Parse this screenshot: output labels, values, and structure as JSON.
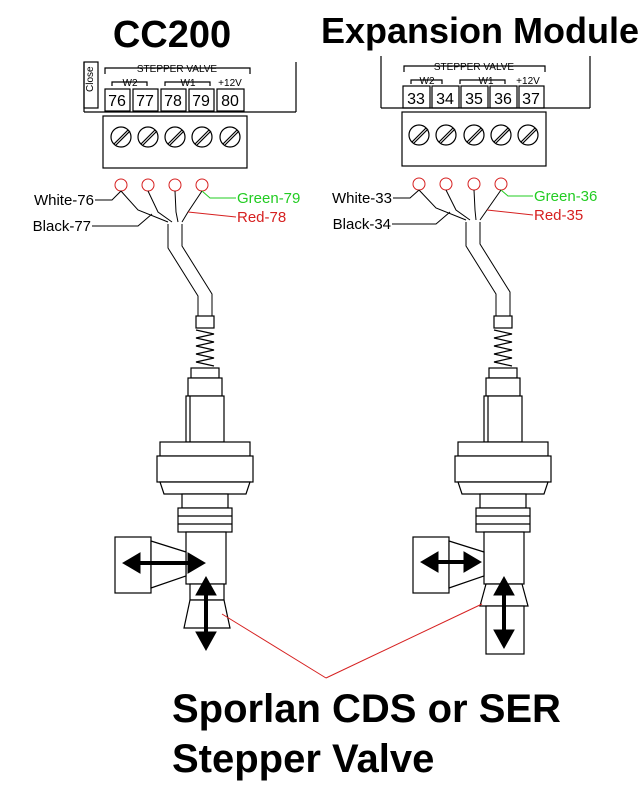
{
  "titles": {
    "left": "CC200",
    "right": "Expansion Module"
  },
  "left_block": {
    "close_tag": "Close",
    "header": "STEPPER VALVE",
    "sub_w2": "W2",
    "sub_w1": "W1",
    "sub_v": "+12V",
    "terminals": [
      "76",
      "77",
      "78",
      "79",
      "80"
    ],
    "wires": [
      {
        "label": "White-76",
        "color": "#000000"
      },
      {
        "label": "Black-77",
        "color": "#000000"
      },
      {
        "label": "Red-78",
        "color": "#d62020"
      },
      {
        "label": "Green-79",
        "color": "#22cc22"
      }
    ]
  },
  "right_block": {
    "header": "STEPPER VALVE",
    "sub_w2": "W2",
    "sub_w1": "W1",
    "sub_v": "+12V",
    "terminals": [
      "33",
      "34",
      "35",
      "36",
      "37"
    ],
    "wires": [
      {
        "label": "White-33",
        "color": "#000000"
      },
      {
        "label": "Black-34",
        "color": "#000000"
      },
      {
        "label": "Red-35",
        "color": "#d62020"
      },
      {
        "label": "Green-36",
        "color": "#22cc22"
      }
    ]
  },
  "footer": {
    "line1": "Sporlan CDS or SER",
    "line2": "Stepper Valve"
  },
  "colors": {
    "red": "#d62020",
    "green": "#22cc22",
    "outline": "#000000"
  }
}
